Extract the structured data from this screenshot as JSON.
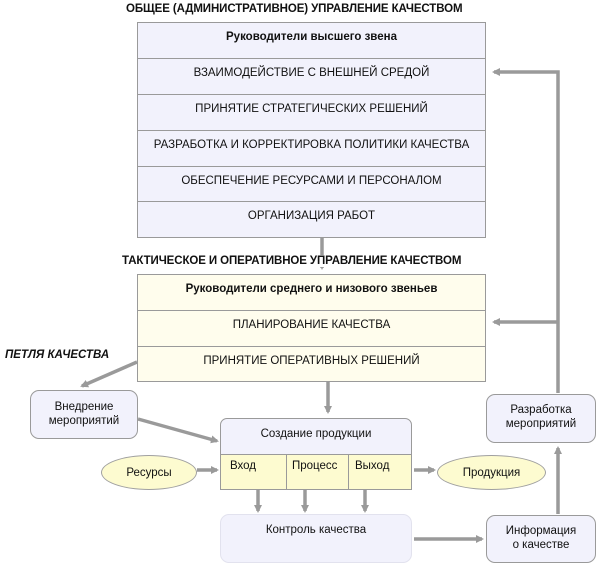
{
  "top_section": {
    "heading": "ОБЩЕЕ (АДМИНИСТРАТИВНОЕ) УПРАВЛЕНИЕ КАЧЕСТВОМ",
    "title": "Руководители высшего звена",
    "items": [
      "ВЗАИМОДЕЙСТВИЕ С ВНЕШНЕЙ СРЕДОЙ",
      "ПРИНЯТИЕ СТРАТЕГИЧЕСКИХ РЕШЕНИЙ",
      "РАЗРАБОТКА И КОРРЕКТИРОВКА ПОЛИТИКИ КАЧЕСТВА",
      "ОБЕСПЕЧЕНИЕ РЕСУРСАМИ И  ПЕРСОНАЛОМ",
      "ОРГАНИЗАЦИЯ РАБОТ"
    ]
  },
  "mid_section": {
    "heading": "ТАКТИЧЕСКОЕ И ОПЕРАТИВНОЕ  УПРАВЛЕНИЕ КАЧЕСТВОМ",
    "title": "Руководители среднего и низового звеньев",
    "items": [
      "ПЛАНИРОВАНИЕ КАЧЕСТВА",
      "ПРИНЯТИЕ ОПЕРАТИВНЫХ РЕШЕНИЙ"
    ]
  },
  "loop_label": "ПЕТЛЯ КАЧЕСТВА",
  "nodes": {
    "implementation": [
      "Внедрение",
      "мероприятий"
    ],
    "production": "Создание продукции",
    "resources": "Ресурсы",
    "product": "Продукция",
    "io": [
      "Вход",
      "Процесс",
      "Выход"
    ],
    "quality_control": "Контроль качества",
    "quality_info": [
      "Информация",
      "о качестве"
    ],
    "measures_dev": [
      "Разработка",
      "мероприятий"
    ]
  },
  "colors": {
    "admin_fill": "#f2f2fc",
    "tactical_fill": "#fffded",
    "ellipse_fill": "#fdfbd0",
    "arrow": "#9a9a9a",
    "border": "#9a9a9a"
  }
}
